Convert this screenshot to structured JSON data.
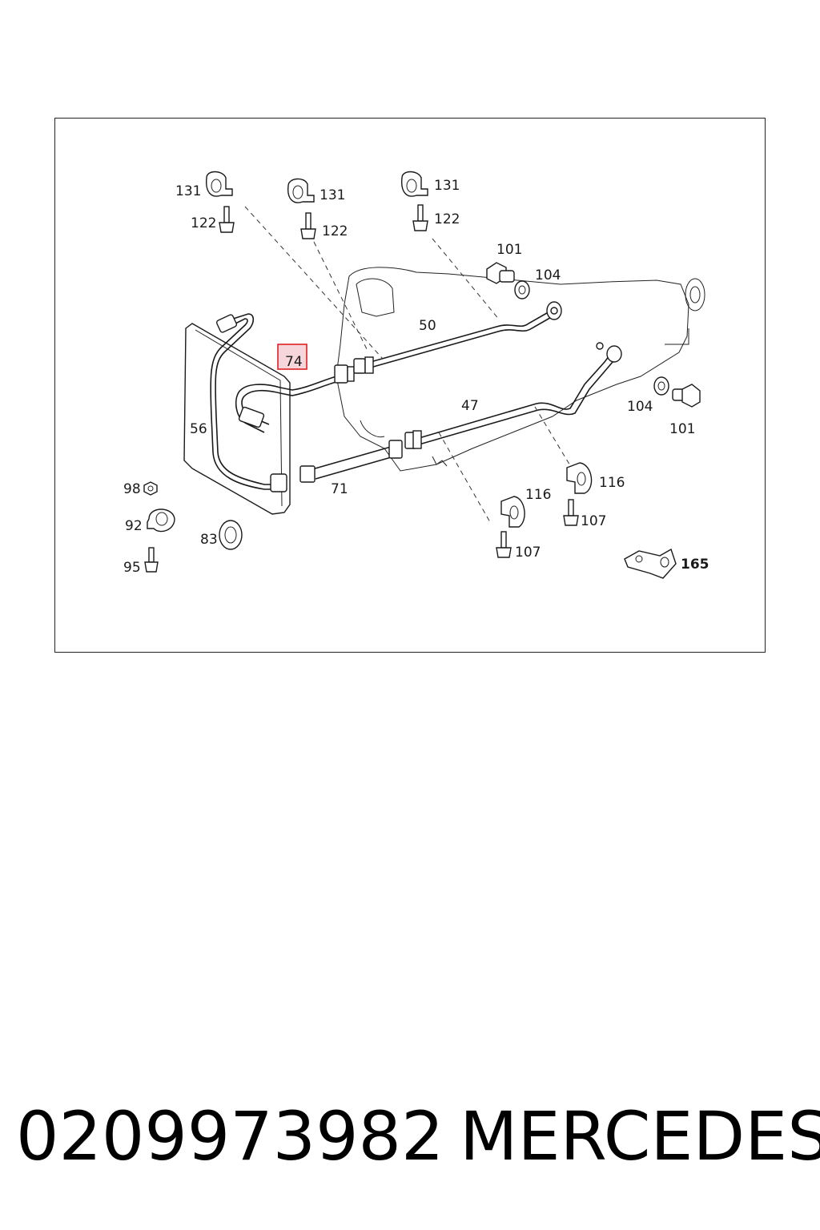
{
  "diagram": {
    "labels": {
      "l131a": "131",
      "l122a": "122",
      "l131b": "131",
      "l122b": "122",
      "l131c": "131",
      "l122c": "122",
      "l101a": "101",
      "l104a": "104",
      "l50": "50",
      "l74": "74",
      "l56": "56",
      "l47": "47",
      "l104b": "104",
      "l101b": "101",
      "l71": "71",
      "l116a": "116",
      "l116b": "116",
      "l107a": "107",
      "l107b": "107",
      "l98": "98",
      "l92": "92",
      "l83": "83",
      "l95": "95",
      "l165": "165"
    },
    "highlighted_part": "74"
  },
  "caption": {
    "part_number": "0209973982",
    "brand": "MERCEDES"
  },
  "colors": {
    "highlight_fill": "#f7d6db",
    "highlight_border": "#dd2222"
  }
}
